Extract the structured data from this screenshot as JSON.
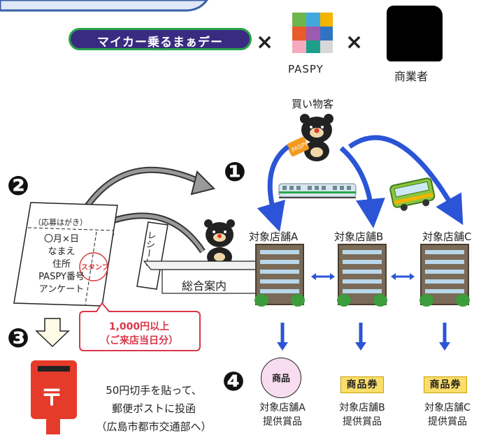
{
  "logo": {
    "campaign": "マイカー乗るまぁデー",
    "times1": "×",
    "times2": "×"
  },
  "paspy_label": "PASPY",
  "merchant_label": "商業者",
  "shopper_label": "買い物客",
  "steps": {
    "s1": "❶",
    "s2": "❷",
    "s3": "❸",
    "s4": "❹"
  },
  "stores": [
    {
      "label": "対象店舗A"
    },
    {
      "label": "対象店舗B"
    },
    {
      "label": "対象店舗C"
    }
  ],
  "postcard": {
    "header": "（応募はがき）",
    "lines": [
      "〇月×日",
      "なまえ",
      "住所",
      "PASPY番号",
      "アンケート"
    ],
    "stamp": "スタンプ"
  },
  "receipt_label": "レシート",
  "info_desk_label": "総合案内",
  "condition": {
    "line1": "1,000円以上",
    "line2": "（ご来店当日分）"
  },
  "mail": {
    "line1": "50円切手を貼って、",
    "line2": "郵便ポストに投函",
    "line3": "（広島市都市交通部へ）"
  },
  "prizes": {
    "a_badge": "商品",
    "b_badge": "商品券",
    "c_badge": "商品券",
    "a_line1": "対象店舗A",
    "a_line2": "提供賞品",
    "b_line1": "対象店舗B",
    "b_line2": "提供賞品",
    "c_line1": "対象店舗C",
    "c_line2": "提供賞品"
  },
  "postbox_symbol": "〒",
  "colors": {
    "arrow_blue": "#2b55d6",
    "banner_blue": "#3b5fa8",
    "badge_yellow": "#fbdd6a",
    "postbox_red": "#e53b2a",
    "building_brown": "#7a6a57",
    "condition_red": "#d9374a"
  }
}
